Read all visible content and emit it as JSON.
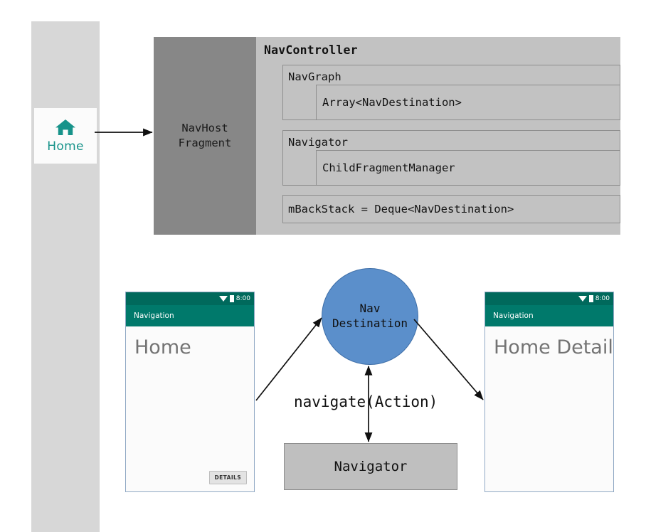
{
  "sidebar": {
    "name": "app-navigation-rail",
    "item": {
      "icon": "home-icon",
      "label": "Home",
      "color": "#17938a"
    },
    "background": "#d7d7d7"
  },
  "navhost": {
    "label": "NavHost\nFragment",
    "background": "#878787"
  },
  "navcontroller": {
    "title": "NavController",
    "background": "#c2c2c2",
    "bands": [
      {
        "id": "navgraph",
        "label": "NavGraph"
      },
      {
        "id": "array",
        "label": "Array<NavDestination>"
      },
      {
        "id": "navigator",
        "label": "Navigator"
      },
      {
        "id": "childfragmentmanager",
        "label": "ChildFragmentManager"
      },
      {
        "id": "backstack",
        "label": "mBackStack = Deque<NavDestination>"
      }
    ]
  },
  "phones": {
    "left": {
      "status_time": "8:00",
      "status_icons": [
        "wifi-icon",
        "battery-icon"
      ],
      "toolbar_title": "Navigation",
      "heading": "Home",
      "button_label": "DETAILS",
      "toolbar_color": "#00796b"
    },
    "right": {
      "status_time": "8:00",
      "status_icons": [
        "wifi-icon",
        "battery-icon"
      ],
      "toolbar_title": "Navigation",
      "heading": "Home Detail",
      "toolbar_color": "#00796b"
    }
  },
  "nav_destination": {
    "label": "Nav\nDestination",
    "color": "#5b8fcb"
  },
  "navigate_action": {
    "label": "navigate(Action)"
  },
  "navigator_box": {
    "label": "Navigator",
    "background": "#bfbfbf"
  },
  "arrows": [
    {
      "id": "home-to-navhost",
      "from": "home-sidebar-item",
      "to": "navhost-fragment",
      "heads": "single"
    },
    {
      "id": "homescreen-to-navdestination",
      "from": "phone-left",
      "to": "nav-destination",
      "heads": "single"
    },
    {
      "id": "navdestination-to-detailscreen",
      "from": "nav-destination",
      "to": "phone-right",
      "heads": "single"
    },
    {
      "id": "navdestination-navigator",
      "from": "nav-destination",
      "to": "navigator-box",
      "heads": "double"
    }
  ]
}
